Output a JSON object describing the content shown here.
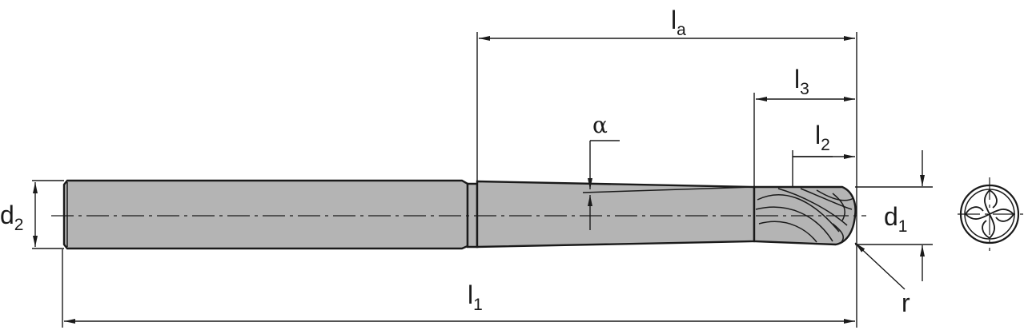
{
  "labels": {
    "la": {
      "main": "l",
      "sub": "a"
    },
    "l3": {
      "main": "l",
      "sub": "3"
    },
    "l2": {
      "main": "l",
      "sub": "2"
    },
    "l1": {
      "main": "l",
      "sub": "1"
    },
    "d1": {
      "main": "d",
      "sub": "1"
    },
    "d2": {
      "main": "d",
      "sub": "2"
    },
    "alpha": "α",
    "r": "r"
  },
  "colors": {
    "body_fill": "#b4b4b4",
    "line": "#1a1a1a",
    "background": "#ffffff"
  }
}
